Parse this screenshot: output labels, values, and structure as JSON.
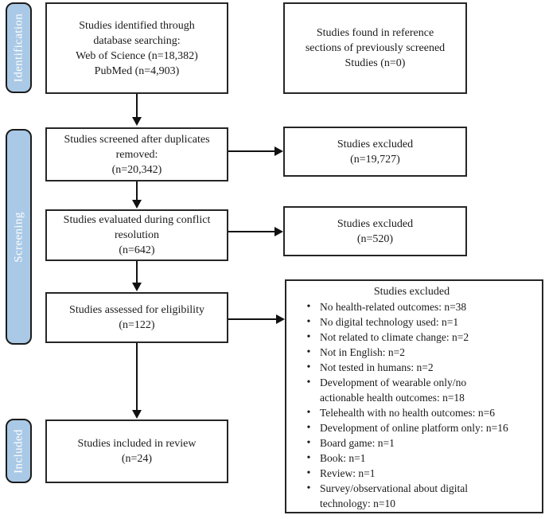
{
  "figure": {
    "type": "prisma-flow-diagram",
    "colors": {
      "stage_fill": "#a9c9e6",
      "stage_text": "#ffffff",
      "box_border": "#262626",
      "arrow": "#111111",
      "background": "#ffffff"
    },
    "stages": {
      "identification": "Identification",
      "screening": "Screening",
      "included": "Included"
    },
    "boxes": {
      "identified": "Studies identified through\ndatabase searching:\nWeb of Science (n=18,382)\nPubMed (n=4,903)",
      "reference": "Studies found in reference\nsections of previously screened\nStudies (n=0)",
      "screened": "Studies screened after duplicates\nremoved:\n(n=20,342)",
      "excluded_after_screening": "Studies excluded\n(n=19,727)",
      "conflict_resolution": "Studies evaluated during conflict\nresolution\n(n=642)",
      "excluded_after_conflict": "Studies excluded\n(n=520)",
      "eligibility": "Studies assessed for eligibility\n(n=122)",
      "included_in_review": "Studies included in review\n(n=24)"
    },
    "exclusion_box": {
      "title": "Studies excluded",
      "bullet_glyph": "•",
      "items": [
        "No health-related outcomes: n=38",
        "No digital technology used: n=1",
        "Not related to climate change: n=2",
        "Not in English: n=2",
        "Not tested in humans: n=2",
        "Development of wearable only/no\nactionable health outcomes: n=18",
        "Telehealth with no health outcomes: n=6",
        "Development of online platform only: n=16",
        "Board game: n=1",
        "Book: n=1",
        "Review: n=1",
        "Survey/observational about digital\ntechnology: n=10"
      ]
    }
  }
}
